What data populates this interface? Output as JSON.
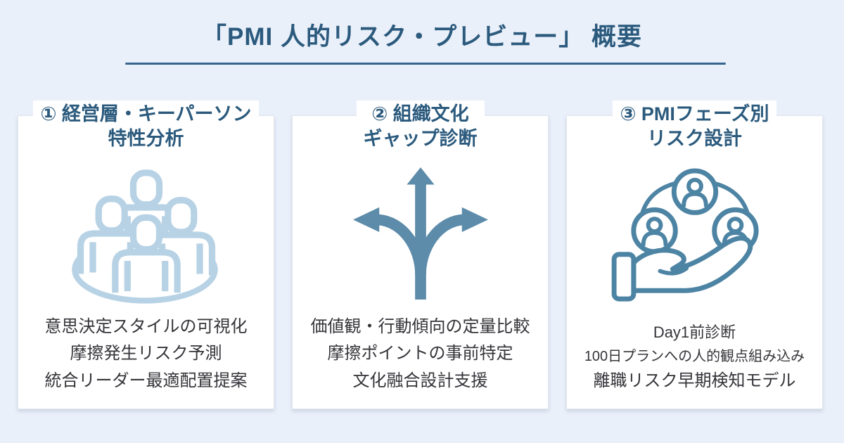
{
  "title": "「PMI 人的リスク・プレビュー」 概要",
  "colors": {
    "bg": "#eaf0fa",
    "card_bg": "#ffffff",
    "title_blue": "#2b5a7d",
    "underline": "#36648e",
    "body_text": "#35353a",
    "icon_light": "#b7d2e5",
    "icon_mid": "#5d8caa",
    "icon_deep": "#4d84a4"
  },
  "cards": [
    {
      "title_line1": "① 経営層・キーパーソン",
      "title_line2": "特性分析",
      "icon": "people-group-icon",
      "lines": [
        "意思決定スタイルの可視化",
        "摩擦発生リスク予測",
        "統合リーダー最適配置提案"
      ]
    },
    {
      "title_line1": "② 組織文化",
      "title_line2": "ギャップ診断",
      "icon": "branching-arrows-icon",
      "lines": [
        "価値観・行動傾向の定量比較",
        "摩擦ポイントの事前特定",
        "文化融合設計支援"
      ]
    },
    {
      "title_line1": "③ PMIフェーズ別",
      "title_line2": "リスク設計",
      "icon": "hand-holding-network-icon",
      "lines": [
        "Day1前診断",
        "100日プランへの人的観点組み込み",
        "離職リスク早期検知モデル"
      ]
    }
  ]
}
